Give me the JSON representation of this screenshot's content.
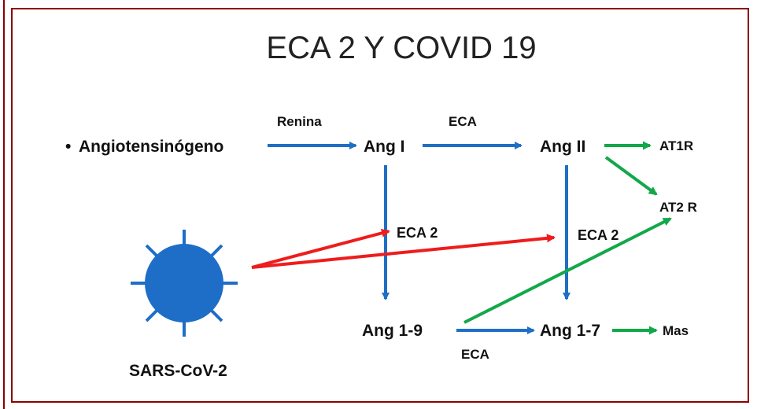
{
  "title": "ECA 2  Y  COVID 19",
  "nodes": {
    "angiotensinogen": "Angiotensinógeno",
    "bullet": "•",
    "ang1": "Ang I",
    "ang2": "Ang II",
    "at1r": "AT1R",
    "at2r": "AT2 R",
    "ang19": "Ang 1-9",
    "ang17": "Ang 1-7",
    "mas": "Mas",
    "virus": "SARS-CoV-2"
  },
  "enzymes": {
    "renina": "Renina",
    "eca_top": "ECA",
    "eca2_left": "ECA 2",
    "eca2_right": "ECA 2",
    "eca_bottom": "ECA"
  },
  "colors": {
    "frame": "#8b0000",
    "blue": "#1f6fc5",
    "green": "#12a84a",
    "red": "#ee1c1c",
    "virus": "#1e6ec8"
  }
}
